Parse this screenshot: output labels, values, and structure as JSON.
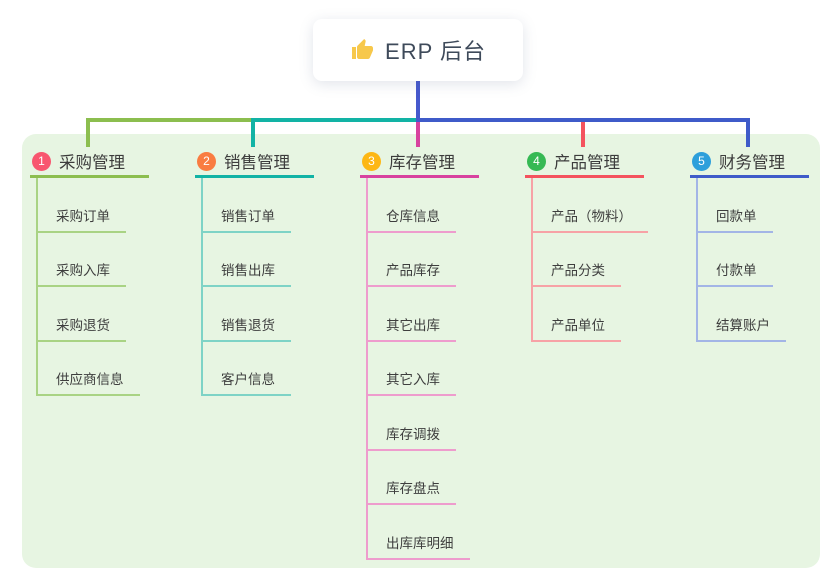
{
  "root": {
    "title": "ERP 后台",
    "icon": "thumbs-up-icon",
    "icon_color": "#f7c84b",
    "trunk_color": "#4659cd"
  },
  "panel": {
    "background": "#e7f5e2"
  },
  "text_color": "#3e3e3e",
  "branches": [
    {
      "number": "1",
      "label": "采购管理",
      "badge_color": "#f8566f",
      "line_color": "#8cbe4f",
      "sub_line_color": "#a9d384",
      "children": [
        "采购订单",
        "采购入库",
        "采购退货",
        "供应商信息"
      ]
    },
    {
      "number": "2",
      "label": "销售管理",
      "badge_color": "#f97c41",
      "line_color": "#12b3a5",
      "sub_line_color": "#7ed3c6",
      "children": [
        "销售订单",
        "销售出库",
        "销售退货",
        "客户信息"
      ]
    },
    {
      "number": "3",
      "label": "库存管理",
      "badge_color": "#fdb714",
      "line_color": "#d8429f",
      "sub_line_color": "#ee9ccd",
      "children": [
        "仓库信息",
        "产品库存",
        "其它出库",
        "其它入库",
        "库存调拨",
        "库存盘点",
        "出库库明细"
      ]
    },
    {
      "number": "4",
      "label": "产品管理",
      "badge_color": "#36b954",
      "line_color": "#f4535e",
      "sub_line_color": "#f7a2a6",
      "children": [
        "产品（物料）",
        "产品分类",
        "产品单位"
      ]
    },
    {
      "number": "5",
      "label": "财务管理",
      "badge_color": "#2d9fdb",
      "line_color": "#3f5bc9",
      "sub_line_color": "#a3b5e6",
      "children": [
        "回款单",
        "付款单",
        "结算账户"
      ]
    }
  ]
}
